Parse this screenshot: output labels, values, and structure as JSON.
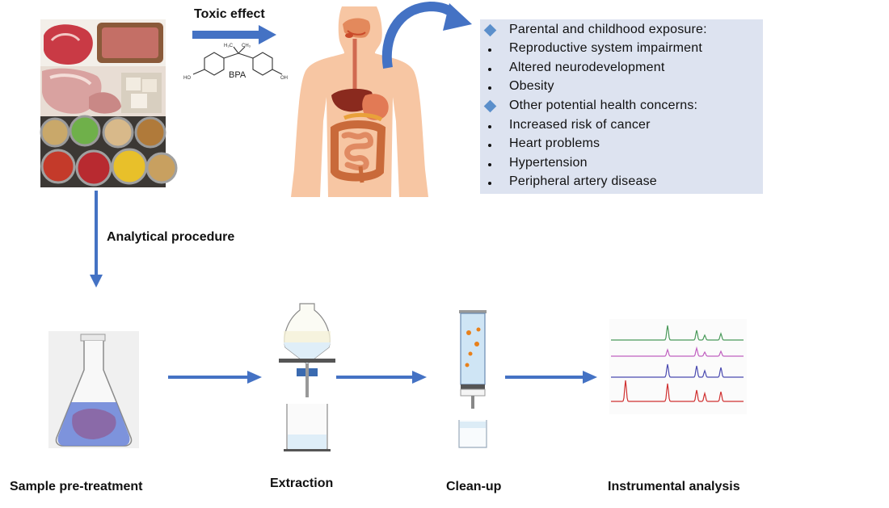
{
  "colors": {
    "arrow": "#4472c4",
    "box_bg": "#dde3f0",
    "diamond": "#5b8fcb"
  },
  "top": {
    "toxic_effect_label": "Toxic effect",
    "bpa_label": "BPA",
    "bpa_ch3_a": "H₃C",
    "bpa_ch3_b": "CH₃",
    "bpa_ho_left": "HO",
    "bpa_oh_right": "OH"
  },
  "health_effects": {
    "items": [
      {
        "marker": "diamond",
        "text": "Parental and childhood exposure:"
      },
      {
        "marker": "bullet",
        "text": "Reproductive system impairment"
      },
      {
        "marker": "bullet",
        "text": "Altered neurodevelopment"
      },
      {
        "marker": "bullet",
        "text": "Obesity"
      },
      {
        "marker": "diamond",
        "text": "Other potential health concerns:"
      },
      {
        "marker": "bullet",
        "text": "Increased risk of cancer"
      },
      {
        "marker": "bullet",
        "text": "Heart problems"
      },
      {
        "marker": "bullet",
        "text": "Hypertension"
      },
      {
        "marker": "bullet",
        "text": "Peripheral artery disease"
      }
    ]
  },
  "flow": {
    "analytical_procedure_label": "Analytical procedure",
    "steps": [
      {
        "label": "Sample pre-treatment"
      },
      {
        "label": "Extraction"
      },
      {
        "label": "Clean-up"
      },
      {
        "label": "Instrumental analysis"
      }
    ]
  },
  "chromatogram_traces": [
    {
      "color": "#4a9a5a"
    },
    {
      "color": "#c060c0"
    },
    {
      "color": "#4a4ab0"
    },
    {
      "color": "#d03030"
    }
  ]
}
